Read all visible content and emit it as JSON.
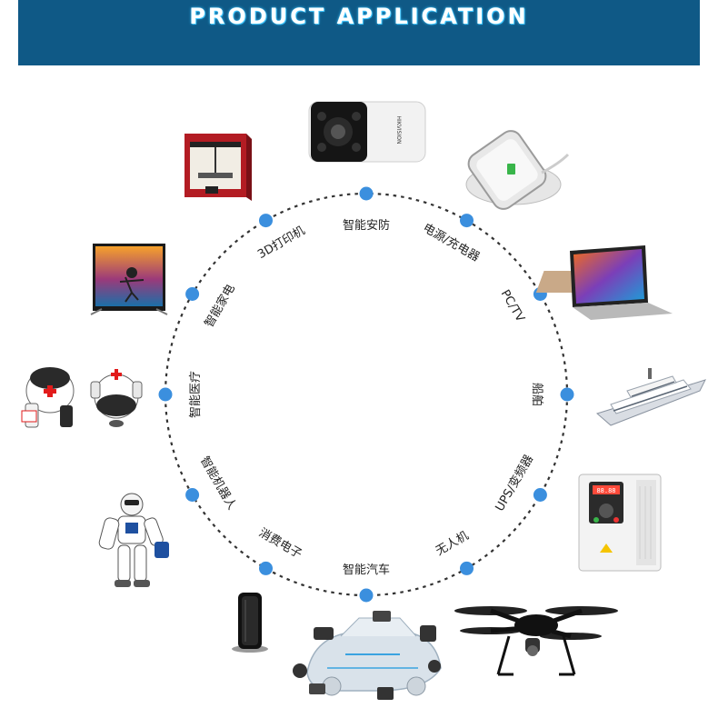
{
  "header": {
    "title": "PRODUCT APPLICATION"
  },
  "colors": {
    "banner": "#0f5986",
    "title_glow": "#3ac4ff",
    "node": "#3b8fde",
    "ring": "#333333"
  },
  "nodes": [
    {
      "id": "security",
      "label": "智能安防",
      "icon": "bullet-camera-icon"
    },
    {
      "id": "charger",
      "label": "电源/充电器",
      "icon": "wireless-charger-icon"
    },
    {
      "id": "pc-tv",
      "label": "PC/TV",
      "icon": "laptop-icon"
    },
    {
      "id": "ship",
      "label": "船舶",
      "icon": "ship-icon"
    },
    {
      "id": "ups",
      "label": "UPS/变频器",
      "icon": "inverter-icon"
    },
    {
      "id": "drone",
      "label": "无人机",
      "icon": "drone-icon"
    },
    {
      "id": "car",
      "label": "智能汽车",
      "icon": "car-electronics-icon"
    },
    {
      "id": "consumer",
      "label": "消费电子",
      "icon": "speaker-icon"
    },
    {
      "id": "robot",
      "label": "智能机器人",
      "icon": "humanoid-robot-icon"
    },
    {
      "id": "medical",
      "label": "智能医疗",
      "icon": "medical-robot-icon"
    },
    {
      "id": "appliance",
      "label": "智能家电",
      "icon": "television-icon"
    },
    {
      "id": "printer",
      "label": "3D打印机",
      "icon": "3d-printer-icon"
    }
  ],
  "camera_brand": "HIKVISION",
  "inverter_display": "88.88"
}
